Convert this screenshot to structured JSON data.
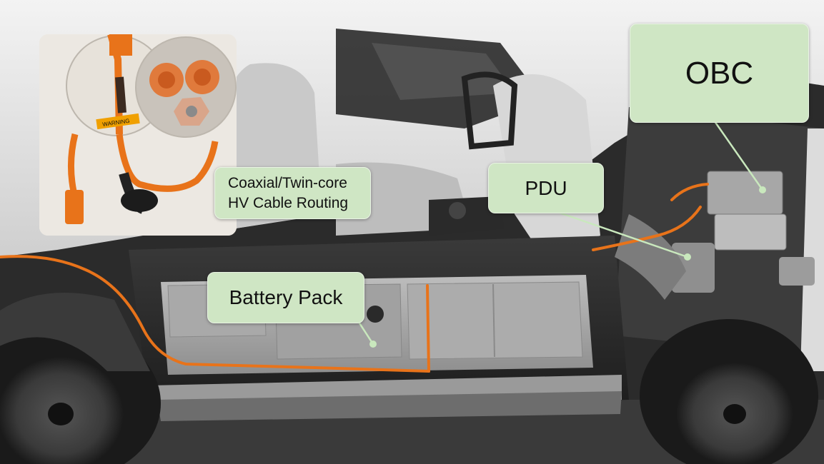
{
  "labels": {
    "battery_pack": "Battery Pack",
    "pdu": "PDU",
    "obc": "OBC",
    "cable_line1": "Coaxial/Twin-core",
    "cable_line2": "HV Cable Routing",
    "warning_tag": "WARNING"
  },
  "colors": {
    "callout_fill": "#cfe6c4",
    "hv_cable": "#e8731a",
    "leader_line": "#c9e8bd"
  }
}
